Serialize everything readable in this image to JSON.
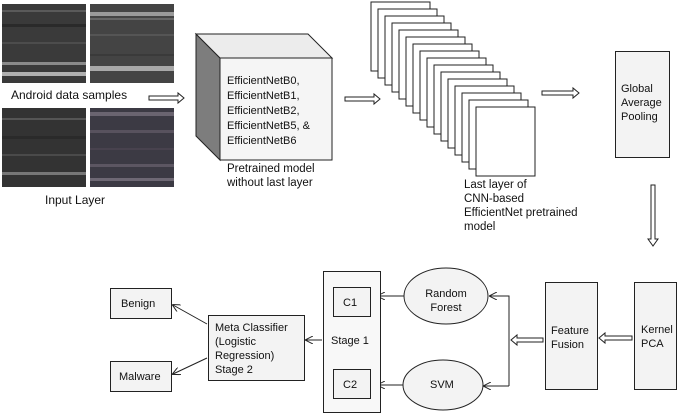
{
  "input": {
    "samples_label": "Android data samples",
    "layer_label": "Input Layer"
  },
  "efficientnet": {
    "lines": [
      "EfficientNetB0,",
      "EfficientNetB1,",
      "EfficientNetB2,",
      "EfficientNetB5, &",
      "EfficientNetB6"
    ],
    "caption": [
      "Pretrained model",
      "without last layer"
    ]
  },
  "last_layer": {
    "caption": [
      "Last layer of",
      "CNN-based",
      "EfficientNet pretrained",
      "model"
    ]
  },
  "gap": {
    "lines": [
      "Global",
      "Average",
      "Pooling"
    ]
  },
  "kpca": {
    "lines": [
      "Kernel",
      "PCA"
    ]
  },
  "fusion": {
    "lines": [
      "Feature",
      "Fusion"
    ]
  },
  "rf": {
    "lines": [
      "Random",
      "Forest"
    ]
  },
  "svm": {
    "label": "SVM"
  },
  "stage1": {
    "c1": "C1",
    "c2": "C2",
    "label": "Stage 1"
  },
  "meta": {
    "lines": [
      "Meta Classifier",
      "(Logistic",
      "Regression)",
      "Stage 2"
    ]
  },
  "outputs": {
    "benign": "Benign",
    "malware": "Malware"
  },
  "colors": {
    "box_fill": "#f3f3f3",
    "stroke": "#222222"
  }
}
